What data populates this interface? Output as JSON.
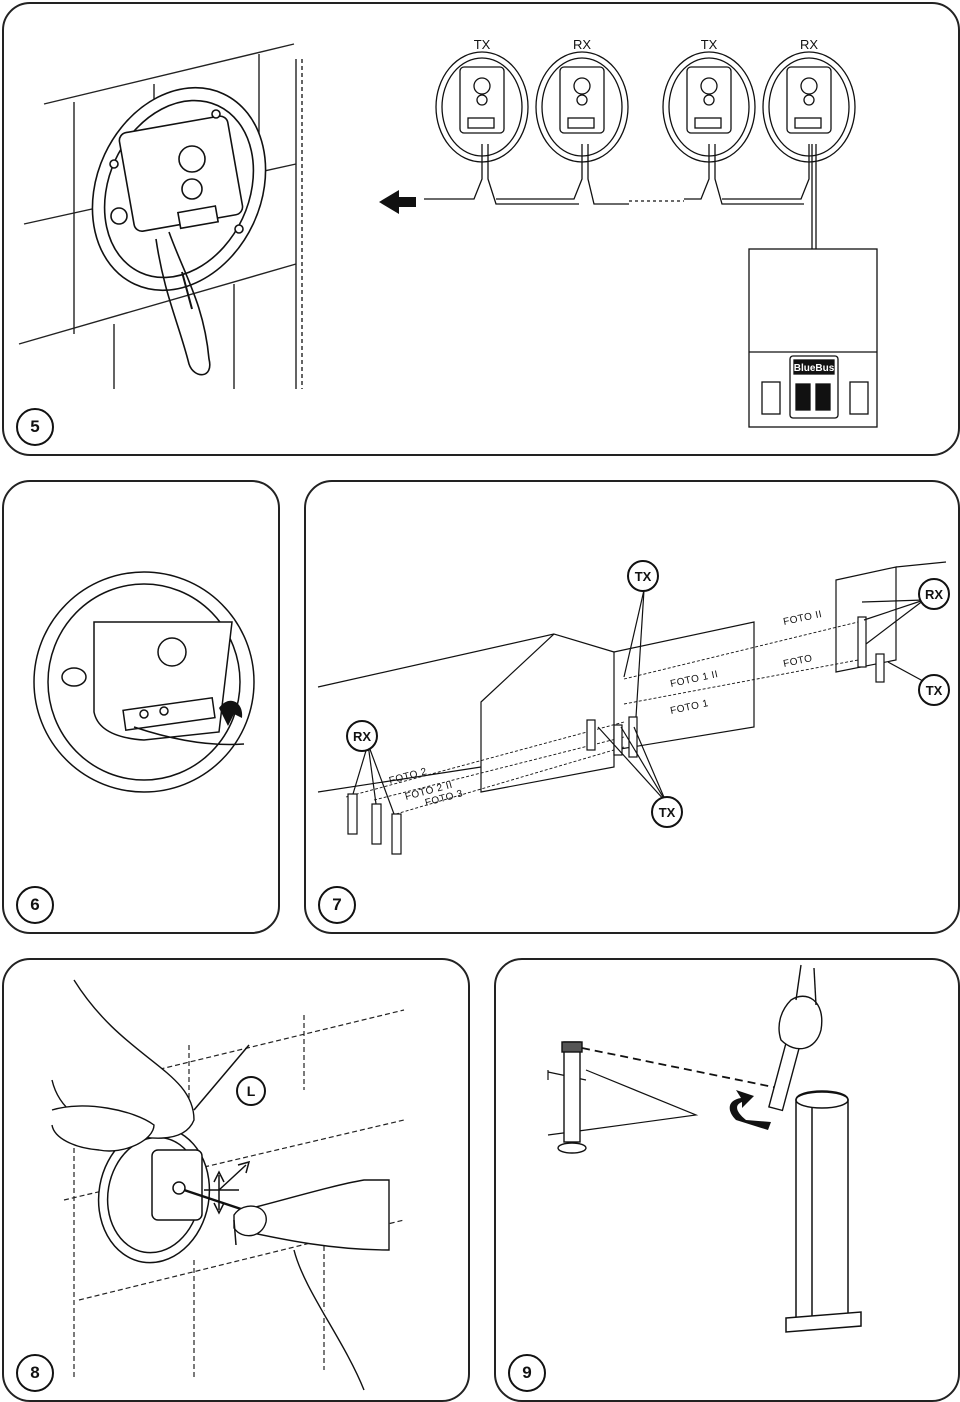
{
  "panels": {
    "p5": {
      "number": "5",
      "photocell_labels": [
        "TX",
        "RX",
        "TX",
        "RX"
      ],
      "terminal_label": "BlueBus"
    },
    "p6": {
      "number": "6"
    },
    "p7": {
      "number": "7",
      "callouts": {
        "tx_top": "TX",
        "rx_right": "RX",
        "tx_right": "TX",
        "rx_left": "RX",
        "tx_bottom": "TX"
      },
      "beams": {
        "foto_ii": "FOTO II",
        "foto": "FOTO",
        "foto_1_ii": "FOTO 1 II",
        "foto_1": "FOTO 1",
        "foto_2": "FOTO 2",
        "foto_2_ii": "FOTO 2 II",
        "foto_3": "FOTO 3"
      }
    },
    "p8": {
      "number": "8",
      "callout": "L"
    },
    "p9": {
      "number": "9"
    }
  },
  "colors": {
    "line": "#111111",
    "background": "#ffffff"
  }
}
